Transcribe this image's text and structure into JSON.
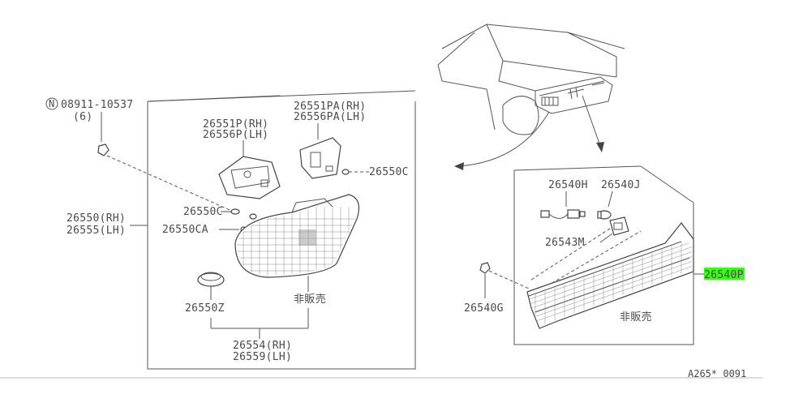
{
  "labels": {
    "bolt_code": "08911-10537",
    "bolt_qty": "(6)",
    "lamp_rh": "26550(RH)",
    "lamp_lh": "26555(LH)",
    "socket_p_rh": "26551P(RH)",
    "socket_p_lh": "26556P(LH)",
    "socket_pa_rh": "26551PA(RH)",
    "socket_pa_lh": "26556PA(LH)",
    "bulb_c_right": "26550C",
    "bulb_c_left": "26550C",
    "bulb_ca": "26550CA",
    "grommet_z": "26550Z",
    "nfs_left": "非販売",
    "lens_rh": "26554(RH)",
    "lens_lh": "26559(LH)",
    "harness_h": "26540H",
    "bulb_j": "26540J",
    "socket_m": "26543M",
    "clip_g": "26540G",
    "nfs_right": "非販売",
    "highlight_part": "26540P",
    "diagram_code": "A265* 0091"
  },
  "colors": {
    "highlight": "#39ff14",
    "line": "#555555"
  }
}
